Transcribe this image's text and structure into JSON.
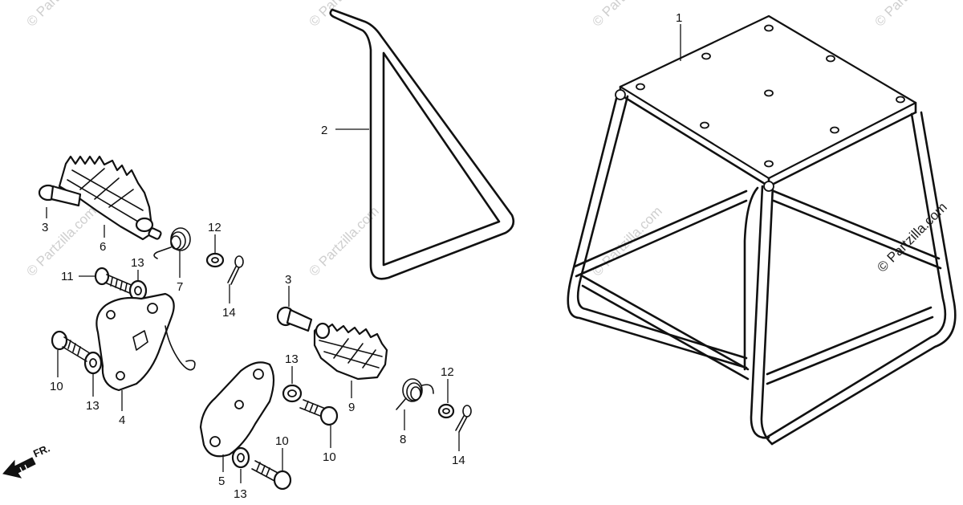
{
  "callouts": {
    "c1": "1",
    "c2": "2",
    "c3a": "3",
    "c3b": "3",
    "c4": "4",
    "c5": "5",
    "c6": "6",
    "c7": "7",
    "c8": "8",
    "c9": "9",
    "c10a": "10",
    "c10b": "10",
    "c10c": "10",
    "c11": "11",
    "c12a": "12",
    "c12b": "12",
    "c13a": "13",
    "c13b": "13",
    "c13c": "13",
    "c13d": "13",
    "c14a": "14",
    "c14b": "14"
  },
  "direction_label": "FR.",
  "watermark_text": "© Partzilla.com",
  "colors": {
    "line": "#111111",
    "watermark": "#cfcfcf",
    "background": "#ffffff"
  }
}
